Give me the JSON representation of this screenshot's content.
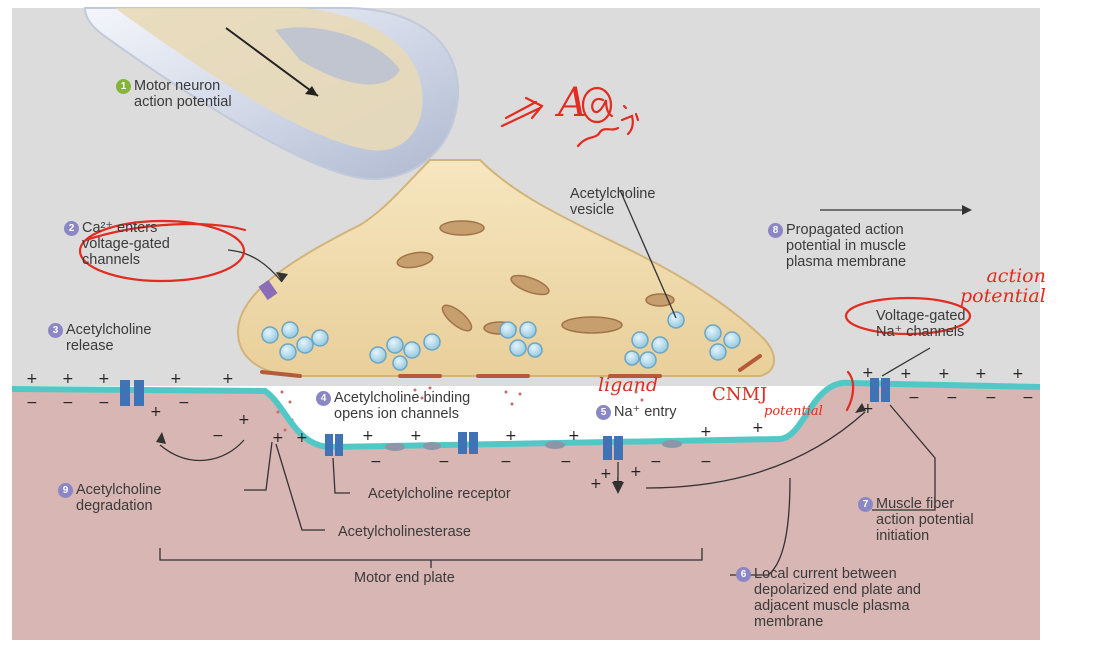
{
  "labels": {
    "step1": {
      "num": "1",
      "text": "Motor neuron\naction potential"
    },
    "step2": {
      "num": "2",
      "text": "Ca²⁺ enters\nvoltage-gated\nchannels"
    },
    "step3": {
      "num": "3",
      "text": "Acetylcholine\nrelease"
    },
    "step4": {
      "num": "4",
      "text": "Acetylcholine binding\nopens ion channels"
    },
    "step5": {
      "num": "5",
      "text": "Na⁺ entry"
    },
    "step6": {
      "num": "6",
      "text": "Local current between\ndepolarized end plate and\nadjacent muscle plasma\nmembrane"
    },
    "step7": {
      "num": "7",
      "text": "Muscle fiber\naction potential\ninitiation"
    },
    "step8": {
      "num": "8",
      "text": "Propagated action\npotential in muscle\nplasma membrane"
    },
    "step9": {
      "num": "9",
      "text": "Acetylcholine\ndegradation"
    },
    "vesicle": "Acetylcholine\nvesicle",
    "na_channels": "Voltage-gated\nNa⁺ channels",
    "receptor": "Acetylcholine receptor",
    "esterase": "Acetylcholinesterase",
    "end_plate": "Motor end plate"
  },
  "annotations": {
    "scribble": "A",
    "ligand": "ligand",
    "cnmj": "CNMJ",
    "potential_small": "potential",
    "action_potential": "action\npotential"
  },
  "colors": {
    "muscle": "#d8b6b4",
    "background": "#dcdcdc",
    "terminal": "#f1dcaf",
    "membrane": "#52c8c6",
    "channel": "#3f73b5",
    "ink": "#e32b1f",
    "step_green": "#86b33a",
    "step_violet": "#8b86c4"
  }
}
